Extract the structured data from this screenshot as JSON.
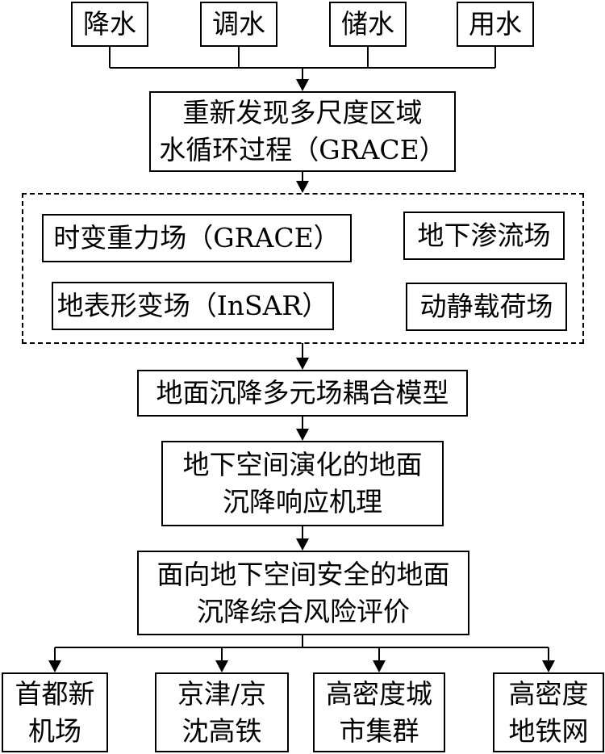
{
  "sources": [
    "降水",
    "调水",
    "储水",
    "用水"
  ],
  "step1": [
    "重新发现多尺度区域",
    "水循环过程（GRACE）"
  ],
  "fields": {
    "gravity": "时变重力场（GRACE）",
    "seepage": "地下渗流场",
    "deformation": "地表形变场（InSAR）",
    "load": "动静载荷场"
  },
  "step2": "地面沉降多元场耦合模型",
  "step3": [
    "地下空间演化的地面",
    "沉降响应机理"
  ],
  "step4": [
    "面向地下空间安全的地面",
    "沉降综合风险评价"
  ],
  "targets": [
    [
      "首都新",
      "机场"
    ],
    [
      "京津/京",
      "沈高铁"
    ],
    [
      "高密度城",
      "市集群"
    ],
    [
      "高密度",
      "地铁网"
    ]
  ]
}
